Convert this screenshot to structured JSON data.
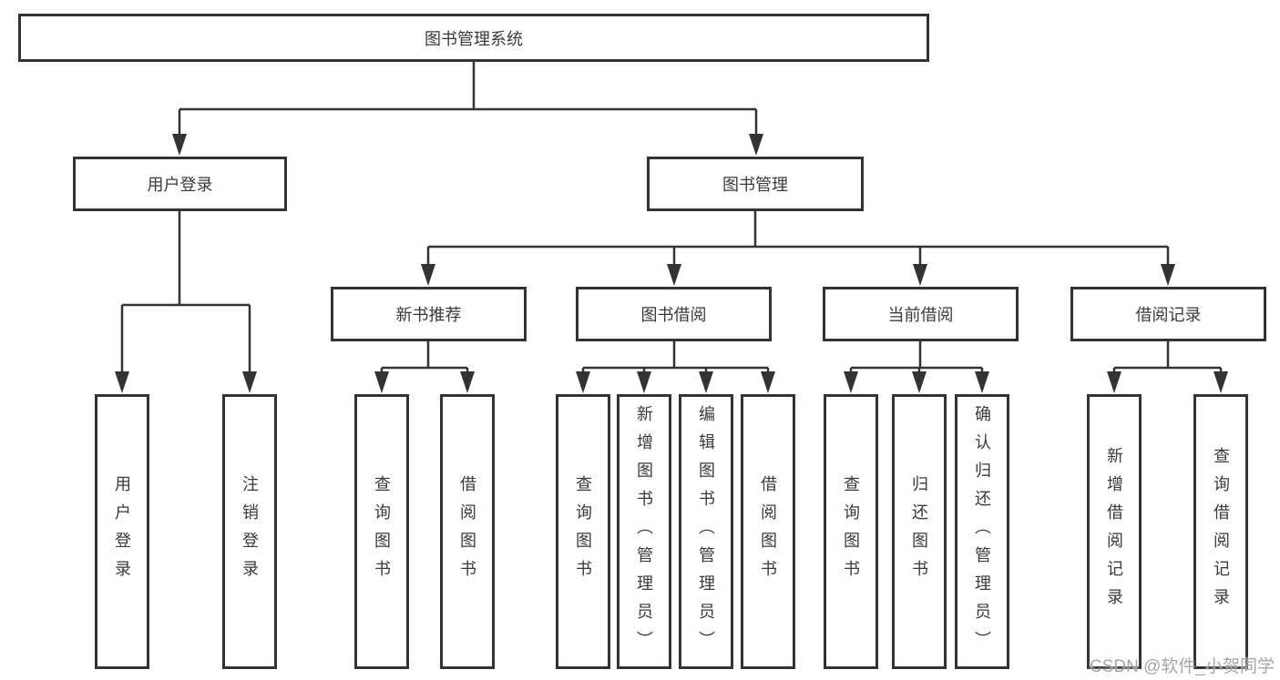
{
  "root": {
    "label": "图书管理系统"
  },
  "level2": [
    {
      "label": "用户登录"
    },
    {
      "label": "图书管理"
    }
  ],
  "level3": [
    {
      "label": "新书推荐",
      "parent": "图书管理"
    },
    {
      "label": "图书借阅",
      "parent": "图书管理"
    },
    {
      "label": "当前借阅",
      "parent": "图书管理"
    },
    {
      "label": "借阅记录",
      "parent": "图书管理"
    }
  ],
  "leaves": [
    {
      "label": "用户登录",
      "parent": "用户登录"
    },
    {
      "label": "注销登录",
      "parent": "用户登录"
    },
    {
      "label": "查询图书",
      "parent": "新书推荐"
    },
    {
      "label": "借阅图书",
      "parent": "新书推荐"
    },
    {
      "label": "查询图书",
      "parent": "图书借阅"
    },
    {
      "label": "新增图书（管理员）",
      "parent": "图书借阅"
    },
    {
      "label": "编辑图书（管理员）",
      "parent": "图书借阅"
    },
    {
      "label": "借阅图书",
      "parent": "图书借阅"
    },
    {
      "label": "查询图书",
      "parent": "当前借阅"
    },
    {
      "label": "归还图书",
      "parent": "当前借阅"
    },
    {
      "label": "确认归还（管理员）",
      "parent": "当前借阅"
    },
    {
      "label": "新增借阅记录",
      "parent": "借阅记录"
    },
    {
      "label": "查询借阅记录",
      "parent": "借阅记录"
    }
  ],
  "watermark": {
    "text": "CSDN @软件_小贺同学"
  },
  "colors": {
    "line": "#333333",
    "box_border": "#333333",
    "box_fill": "#ffffff",
    "text": "#3a3a3a",
    "watermark": "#9e9e9e",
    "background": "#ffffff"
  }
}
